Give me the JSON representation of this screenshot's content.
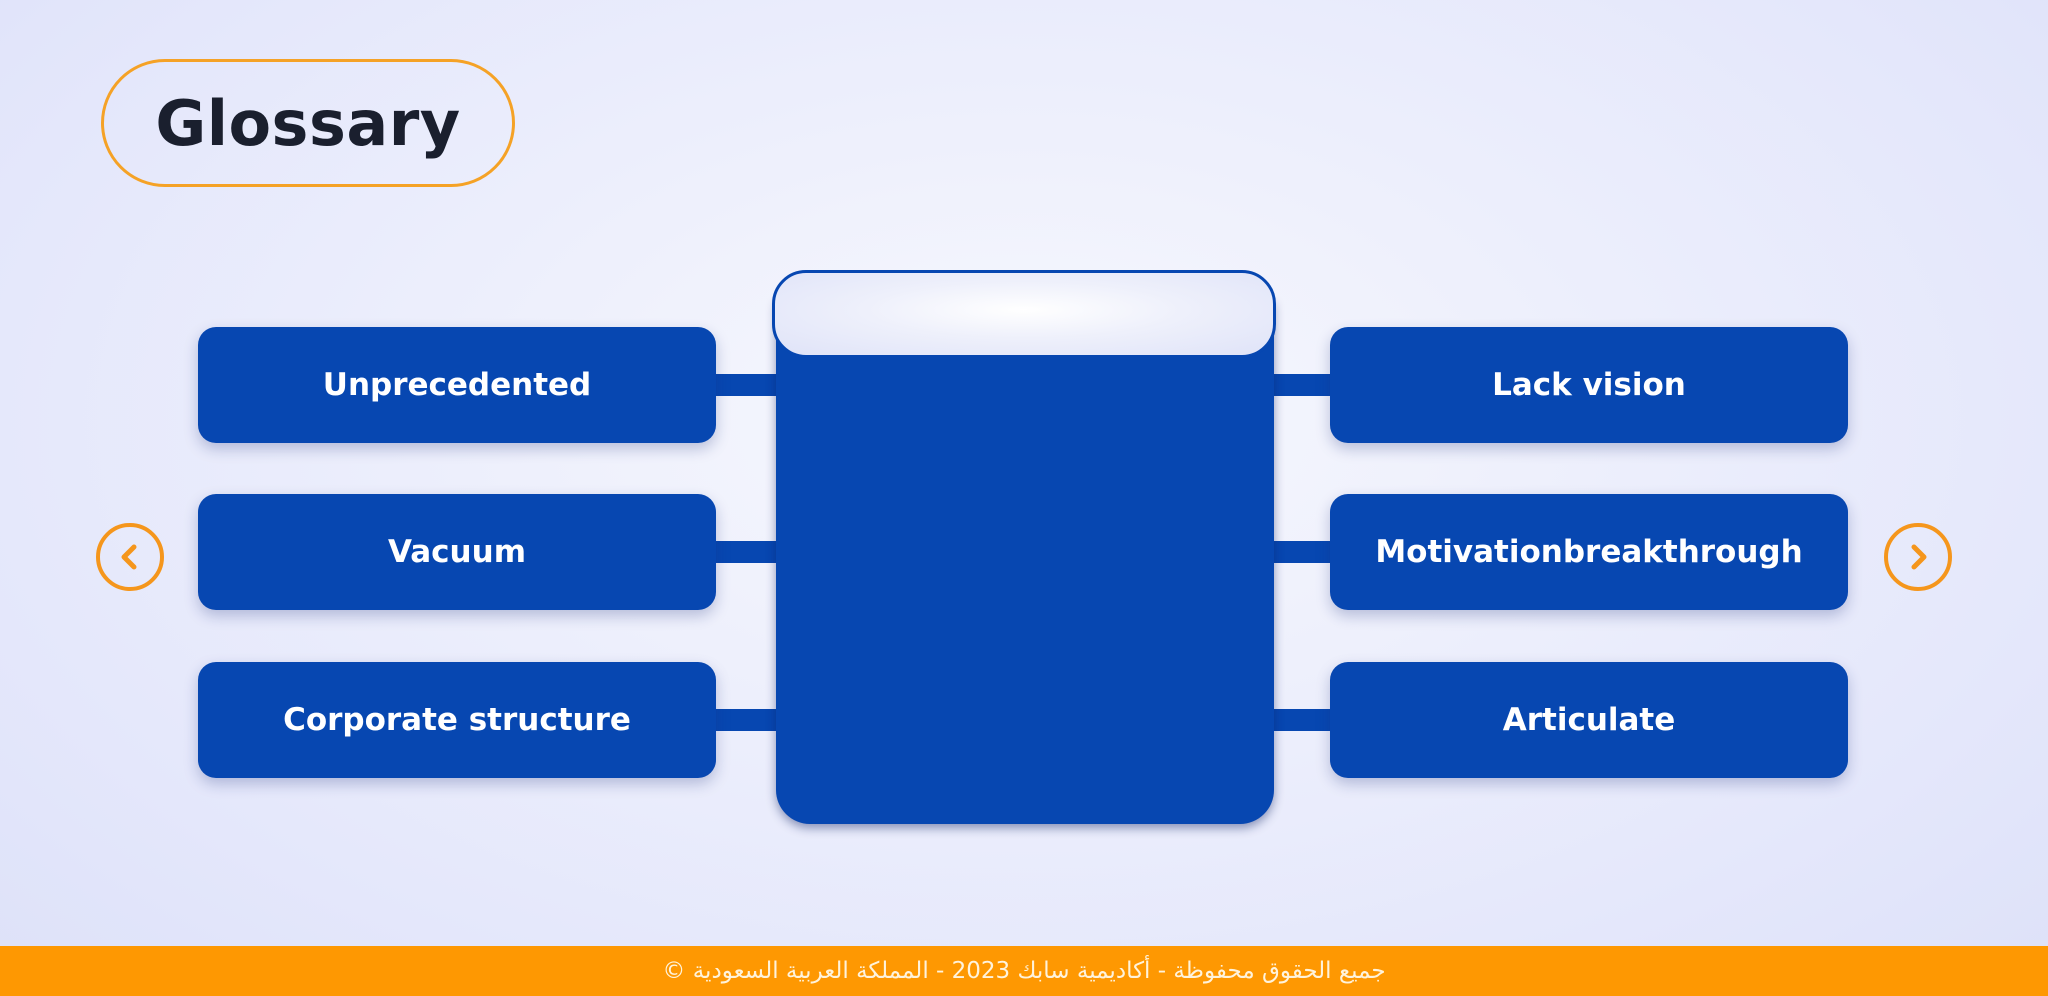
{
  "header": {
    "title": "Glossary"
  },
  "glossary": {
    "left_terms": [
      {
        "label": "Unprecedented"
      },
      {
        "label": "Vacuum"
      },
      {
        "label": "Corporate structure"
      }
    ],
    "right_terms": [
      {
        "label": "Lack vision"
      },
      {
        "label": "Motivationbreakthrough"
      },
      {
        "label": "Articulate"
      }
    ]
  },
  "navigation": {
    "prev_icon": "chevron-left-icon",
    "next_icon": "chevron-right-icon"
  },
  "footer": {
    "copyright": "جميع الحقوق محفوظة - أكاديمية سابك 2023 - المملكة العربية السعودية ©"
  },
  "colors": {
    "primary_blue": "#0747b1",
    "accent_orange": "#fe9802",
    "title_text": "#1a1f2e"
  }
}
